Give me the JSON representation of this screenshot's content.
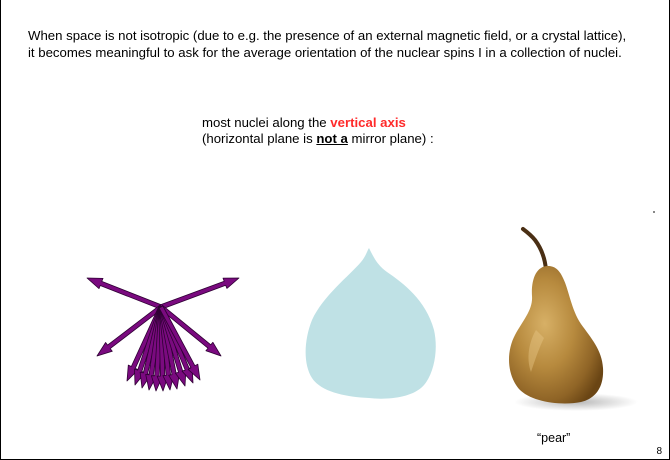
{
  "intro_text": "When space is not isotropic (due to e.g. the presence of an external magnetic field, or a crystal lattice), it becomes meaningful to ask for the average orientation of the nuclear spins I in a collection of nuclei.",
  "orientation": {
    "line1_prefix": "most nuclei along the ",
    "line1_highlight": "vertical axis",
    "line2_prefix": "(horizontal plane is ",
    "line2_emph": "not a",
    "line2_suffix": " mirror plane) :"
  },
  "pear_caption": "“pear”",
  "page_number": "8",
  "colors": {
    "arrow": "#7a0a7f",
    "arrow_stroke": "#2e0033",
    "drop": "#bfe1e5",
    "highlight": "#ff2a2a"
  },
  "icons": {
    "spin_arrows": "spin-vector-arrows-icon",
    "drop": "drop-shape-icon",
    "pear": "pear-image-icon"
  }
}
